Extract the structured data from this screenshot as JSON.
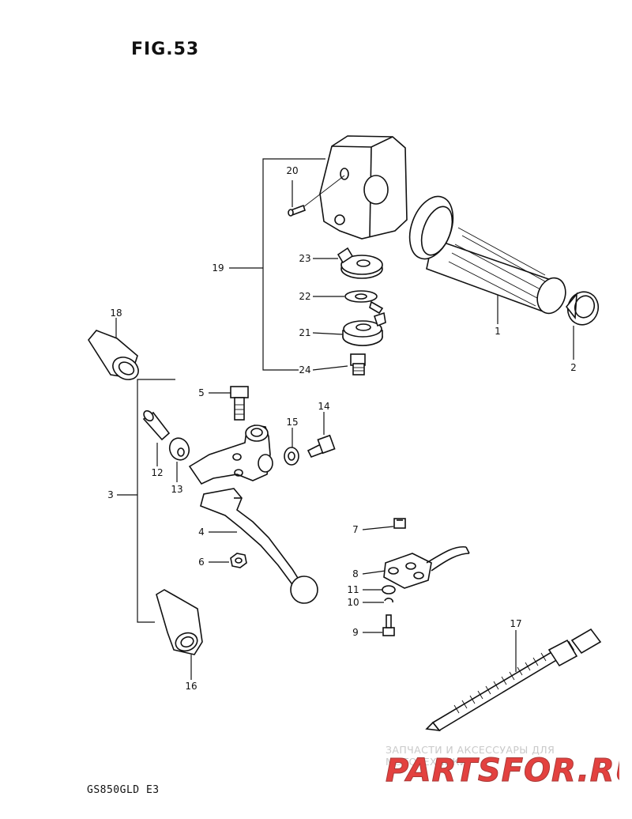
{
  "figure": {
    "title": "FIG.53",
    "model": "GS850GLD E3"
  },
  "callouts": [
    {
      "id": "1",
      "text": "1"
    },
    {
      "id": "2",
      "text": "2"
    },
    {
      "id": "3",
      "text": "3"
    },
    {
      "id": "4",
      "text": "4"
    },
    {
      "id": "5",
      "text": "5"
    },
    {
      "id": "6",
      "text": "6"
    },
    {
      "id": "7",
      "text": "7"
    },
    {
      "id": "8",
      "text": "8"
    },
    {
      "id": "9",
      "text": "9"
    },
    {
      "id": "10",
      "text": "10"
    },
    {
      "id": "11",
      "text": "11"
    },
    {
      "id": "12",
      "text": "12"
    },
    {
      "id": "13",
      "text": "13"
    },
    {
      "id": "14",
      "text": "14"
    },
    {
      "id": "15",
      "text": "15"
    },
    {
      "id": "16",
      "text": "16"
    },
    {
      "id": "17",
      "text": "17"
    },
    {
      "id": "18",
      "text": "18"
    },
    {
      "id": "19",
      "text": "19"
    },
    {
      "id": "20",
      "text": "20"
    },
    {
      "id": "21",
      "text": "21"
    },
    {
      "id": "22",
      "text": "22"
    },
    {
      "id": "23",
      "text": "23"
    },
    {
      "id": "24",
      "text": "24"
    }
  ],
  "watermark": {
    "line1": "ЗАПЧАСТИ И АКСЕССУАРЫ ДЛЯ МОТОТЕХНИКИ",
    "logo": "PARTSFOR.RU",
    "color": "#e3413f"
  }
}
